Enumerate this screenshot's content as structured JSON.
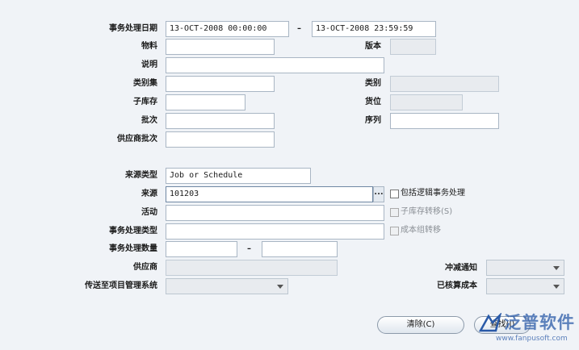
{
  "form": {
    "txn_date_label": "事务处理日期",
    "date_from": "13-OCT-2008 00:00:00",
    "date_sep": "–",
    "date_to": "13-OCT-2008 23:59:59",
    "item_label": "物料",
    "revision_label": "版本",
    "description_label": "说明",
    "category_set_label": "类别集",
    "category_label": "类别",
    "subinventory_label": "子库存",
    "locator_label": "货位",
    "lot_label": "批次",
    "serial_label": "序列",
    "supplier_lot_label": "供应商批次",
    "source_type_label": "来源类型",
    "source_type_value": "Job or Schedule",
    "source_label": "来源",
    "source_value": "101203",
    "lov_button": "...",
    "include_logical_label": "包括逻辑事务处理",
    "subinv_transfer_label": "子库存转移(S)",
    "cost_group_transfer_label": "成本组转移",
    "activity_label": "活动",
    "txn_type_label": "事务处理类型",
    "txn_qty_label": "事务处理数量",
    "qty_sep": "–",
    "supplier_label": "供应商",
    "consumption_advice_label": "冲减通知",
    "transfer_to_pm_label": "传送至项目管理系统",
    "costed_label": "已核算成本"
  },
  "buttons": {
    "clear": "清除(C)",
    "find": "查找(I)"
  },
  "watermark": {
    "brand": "泛普软件",
    "url": "www.fanpusoft.com"
  },
  "colors": {
    "background": "#f0f3f7",
    "field_border": "#a9b6c4",
    "disabled_field": "#e8ebef",
    "watermark": "#2a5aa8"
  }
}
